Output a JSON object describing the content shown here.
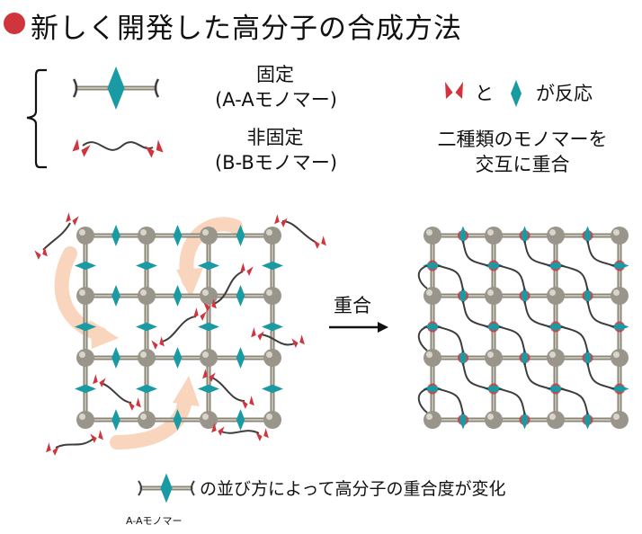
{
  "title": "新しく開発した高分子の合成方法",
  "legend": {
    "fixed_name": "固定",
    "fixed_sub": "(A-Aモノマー)",
    "free_name": "非固定",
    "free_sub": "(B-Bモノマー)"
  },
  "reaction": {
    "and_text": "と",
    "react_text": "が反応",
    "alternating_line1": "二種類のモノマーを",
    "alternating_line2": "交互に重合"
  },
  "process": {
    "arrow_label": "重合"
  },
  "footer": {
    "note": "の並び方によって高分子の重合度が変化",
    "small_caption": "A-Aモノマー"
  },
  "colors": {
    "accent_red": "#d0343c",
    "teal": "#1a9aa3",
    "rod": "#8a8678",
    "sphere": "#9a958a",
    "chain": "#3d3d3d",
    "swirl": "#f6c7a6"
  }
}
